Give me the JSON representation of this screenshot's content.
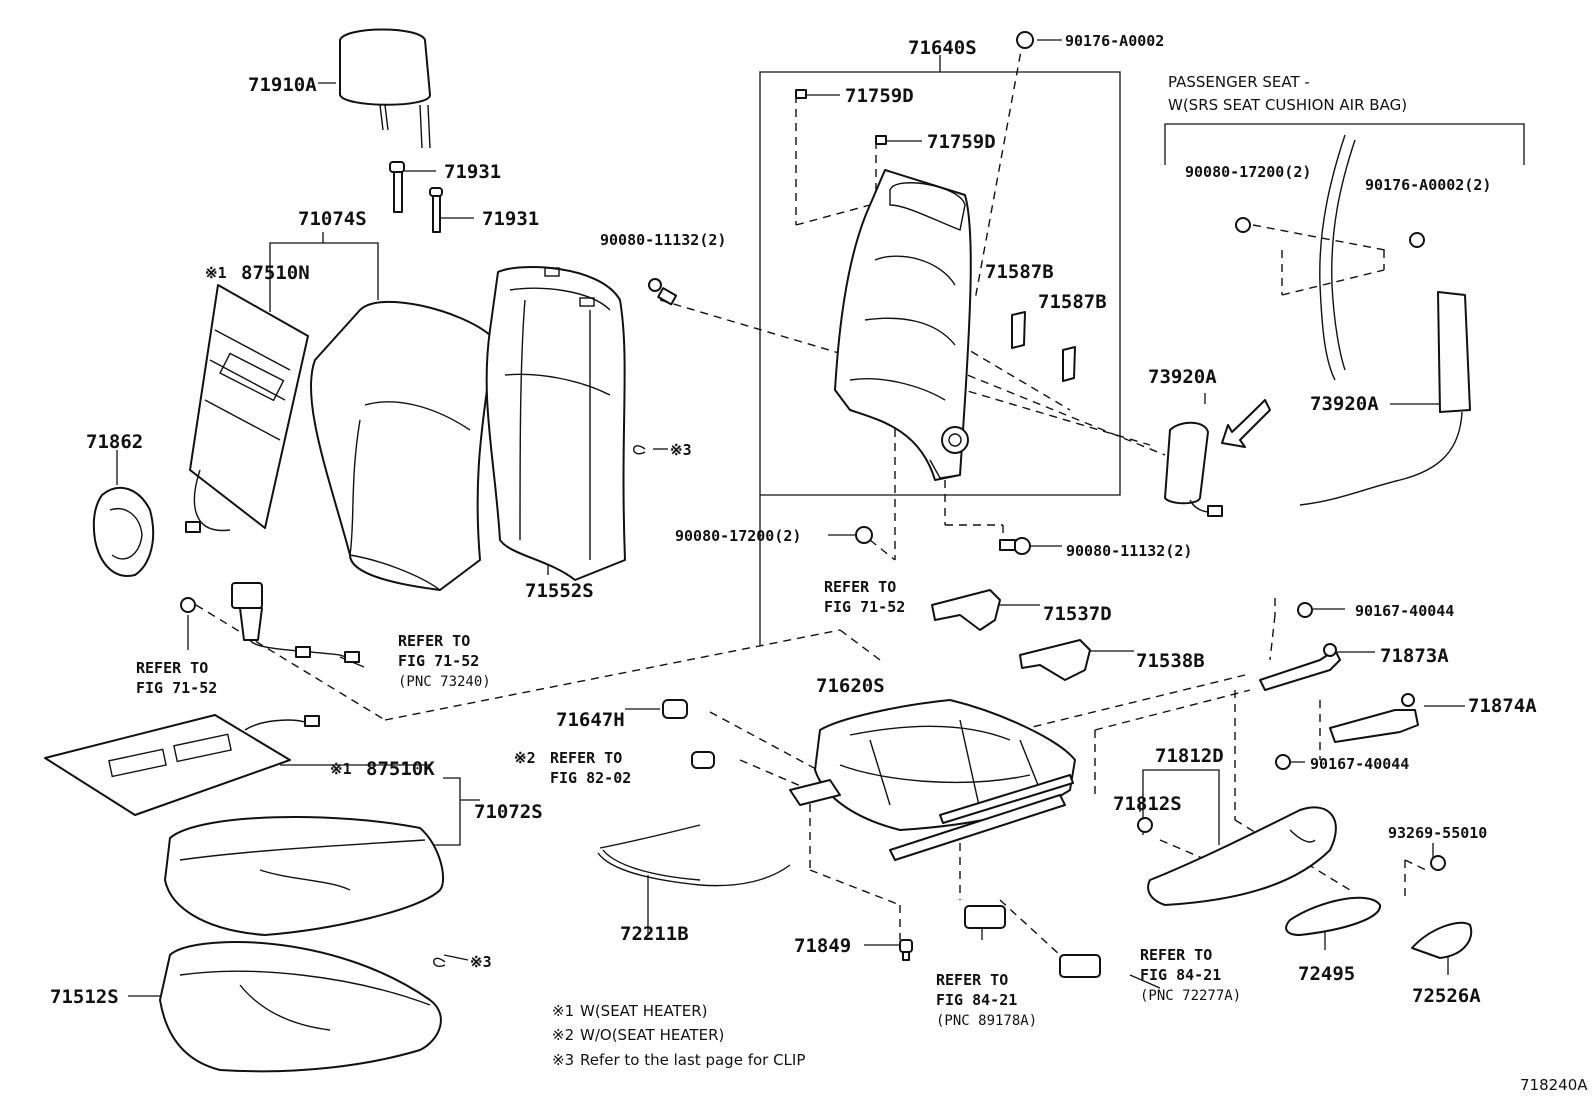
{
  "diagram_id": "718240A",
  "section_header": [
    "PASSENGER SEAT -",
    "W(SRS SEAT CUSHION AIR BAG)"
  ],
  "parts": {
    "p71910A": "71910A",
    "p71931a": "71931",
    "p71931b": "71931",
    "p71074S": "71074S",
    "p87510N_mark": "※1",
    "p87510N": "87510N",
    "p71862": "71862",
    "p71552S": "71552S",
    "p71640S": "71640S",
    "p90176_top": "90176-A0002",
    "p71759D_a": "71759D",
    "p71759D_b": "71759D",
    "p90080_11132_a": "90080-11132(2)",
    "p71587B_a": "71587B",
    "p71587B_b": "71587B",
    "p73920A_a": "73920A",
    "p90080_17200_a": "90080-17200(2)",
    "p90080_11132_b": "90080-11132(2)",
    "p90080_17200_b": "90080-17200(2)",
    "p90176_b": "90176-A0002(2)",
    "p73920A_b": "73920A",
    "p71537D": "71537D",
    "p90167_a": "90167-40044",
    "p71538B": "71538B",
    "p71873A": "71873A",
    "p71620S": "71620S",
    "p71874A": "71874A",
    "p71647H": "71647H",
    "p71812D": "71812D",
    "p90167_b": "90167-40044",
    "p87510K_mark": "※1",
    "p87510K": "87510K",
    "p71072S": "71072S",
    "p71812S": "71812S",
    "p93269": "93269-55010",
    "p72211B": "72211B",
    "p71849": "71849",
    "p72495": "72495",
    "p72526A": "72526A",
    "p71512S": "71512S"
  },
  "clip_marks": {
    "upper": "※3",
    "lower": "※3"
  },
  "references": {
    "ref_71_52_buckle": [
      "REFER TO",
      "FIG 71-52",
      "(PNC 73240)"
    ],
    "ref_71_52_nut": [
      "REFER TO",
      "FIG 71-52"
    ],
    "ref_71_52_center": [
      "REFER TO",
      "FIG 71-52"
    ],
    "ref_82_02": [
      "REFER TO",
      "FIG 82-02"
    ],
    "ref_82_02_mark": "※2",
    "ref_84_21_a": [
      "REFER TO",
      "FIG 84-21",
      "(PNC 89178A)"
    ],
    "ref_84_21_b": [
      "REFER TO",
      "FIG 84-21",
      "(PNC 72277A)"
    ]
  },
  "footnotes": [
    {
      "mark": "※1",
      "text": "W(SEAT  HEATER)"
    },
    {
      "mark": "※2",
      "text": "W/O(SEAT  HEATER)"
    },
    {
      "mark": "※3",
      "text": "Refer to the last page for CLIP"
    }
  ]
}
